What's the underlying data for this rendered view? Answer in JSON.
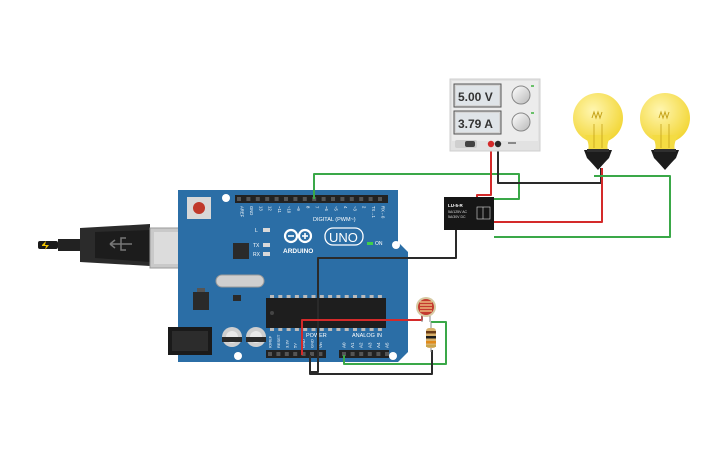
{
  "power_supply": {
    "voltage": "5.00 V",
    "current": "3.79 A"
  },
  "arduino": {
    "brand": "ARDUINO",
    "model": "UNO",
    "on_label": "ON",
    "digital_header": "DIGITAL (PWM~)",
    "power_header": "POWER",
    "analog_header": "ANALOG IN",
    "digital_pins": [
      "AREF",
      "GND",
      "13",
      "12",
      "~11",
      "~10",
      "~9",
      "8",
      "7",
      "~6",
      "~5",
      "4",
      "~3",
      "2",
      "TX→1",
      "RX←0"
    ],
    "power_pins": [
      "IOREF",
      "RESET",
      "3.3V",
      "5V",
      "GND",
      "GND",
      "Vin"
    ],
    "analog_pins": [
      "A0",
      "A1",
      "A2",
      "A3",
      "A4",
      "A5"
    ],
    "led_labels": [
      "L",
      "TX",
      "RX"
    ]
  },
  "relay": {
    "title": "LU-5-R",
    "line1": "5A/125V AC",
    "line2": "5A/30V DC"
  },
  "colors": {
    "board": "#2a6fa8",
    "wire_green": "#3aa848",
    "wire_red": "#d42a2a",
    "wire_black": "#2a2a2a",
    "bulb": "#f8e14a"
  }
}
